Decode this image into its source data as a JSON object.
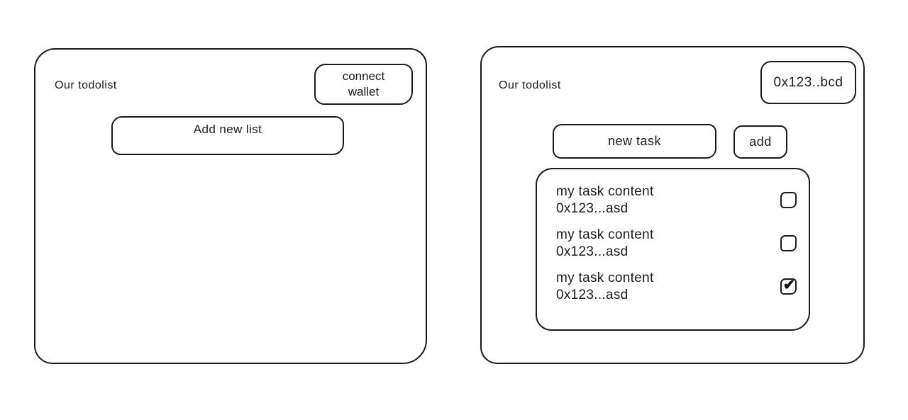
{
  "canvas": {
    "background_color": "#ffffff",
    "ink_color": "#1b1b1b"
  },
  "left_panel": {
    "title": "Our todolist",
    "connect_wallet_button_label": "connect wallet",
    "add_new_list_button_label": "Add new list"
  },
  "right_panel": {
    "title": "Our todolist",
    "wallet_address_label": "0x123..bcd",
    "new_task_input_value": "new task",
    "add_button_label": "add",
    "tasks": [
      {
        "content": "my task content",
        "address": "0x123...asd",
        "checked": false,
        "check_glyph": ""
      },
      {
        "content": "my task content",
        "address": "0x123...asd",
        "checked": false,
        "check_glyph": ""
      },
      {
        "content": "my task content",
        "address": "0x123...asd",
        "checked": true,
        "check_glyph": "✔"
      }
    ]
  }
}
